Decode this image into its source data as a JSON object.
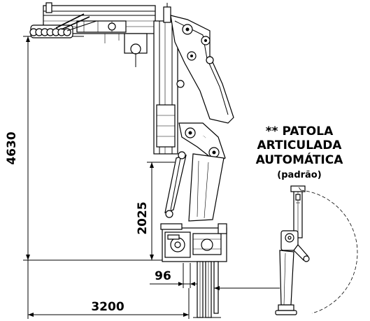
{
  "dimensions": {
    "total_height": "4630",
    "base_height": "2025",
    "offset": "96",
    "width": "3200"
  },
  "note": {
    "line1": "** PATOLA",
    "line2": "ARTICULADA",
    "line3": "AUTOMÁTICA",
    "line4": "(padrão)"
  }
}
